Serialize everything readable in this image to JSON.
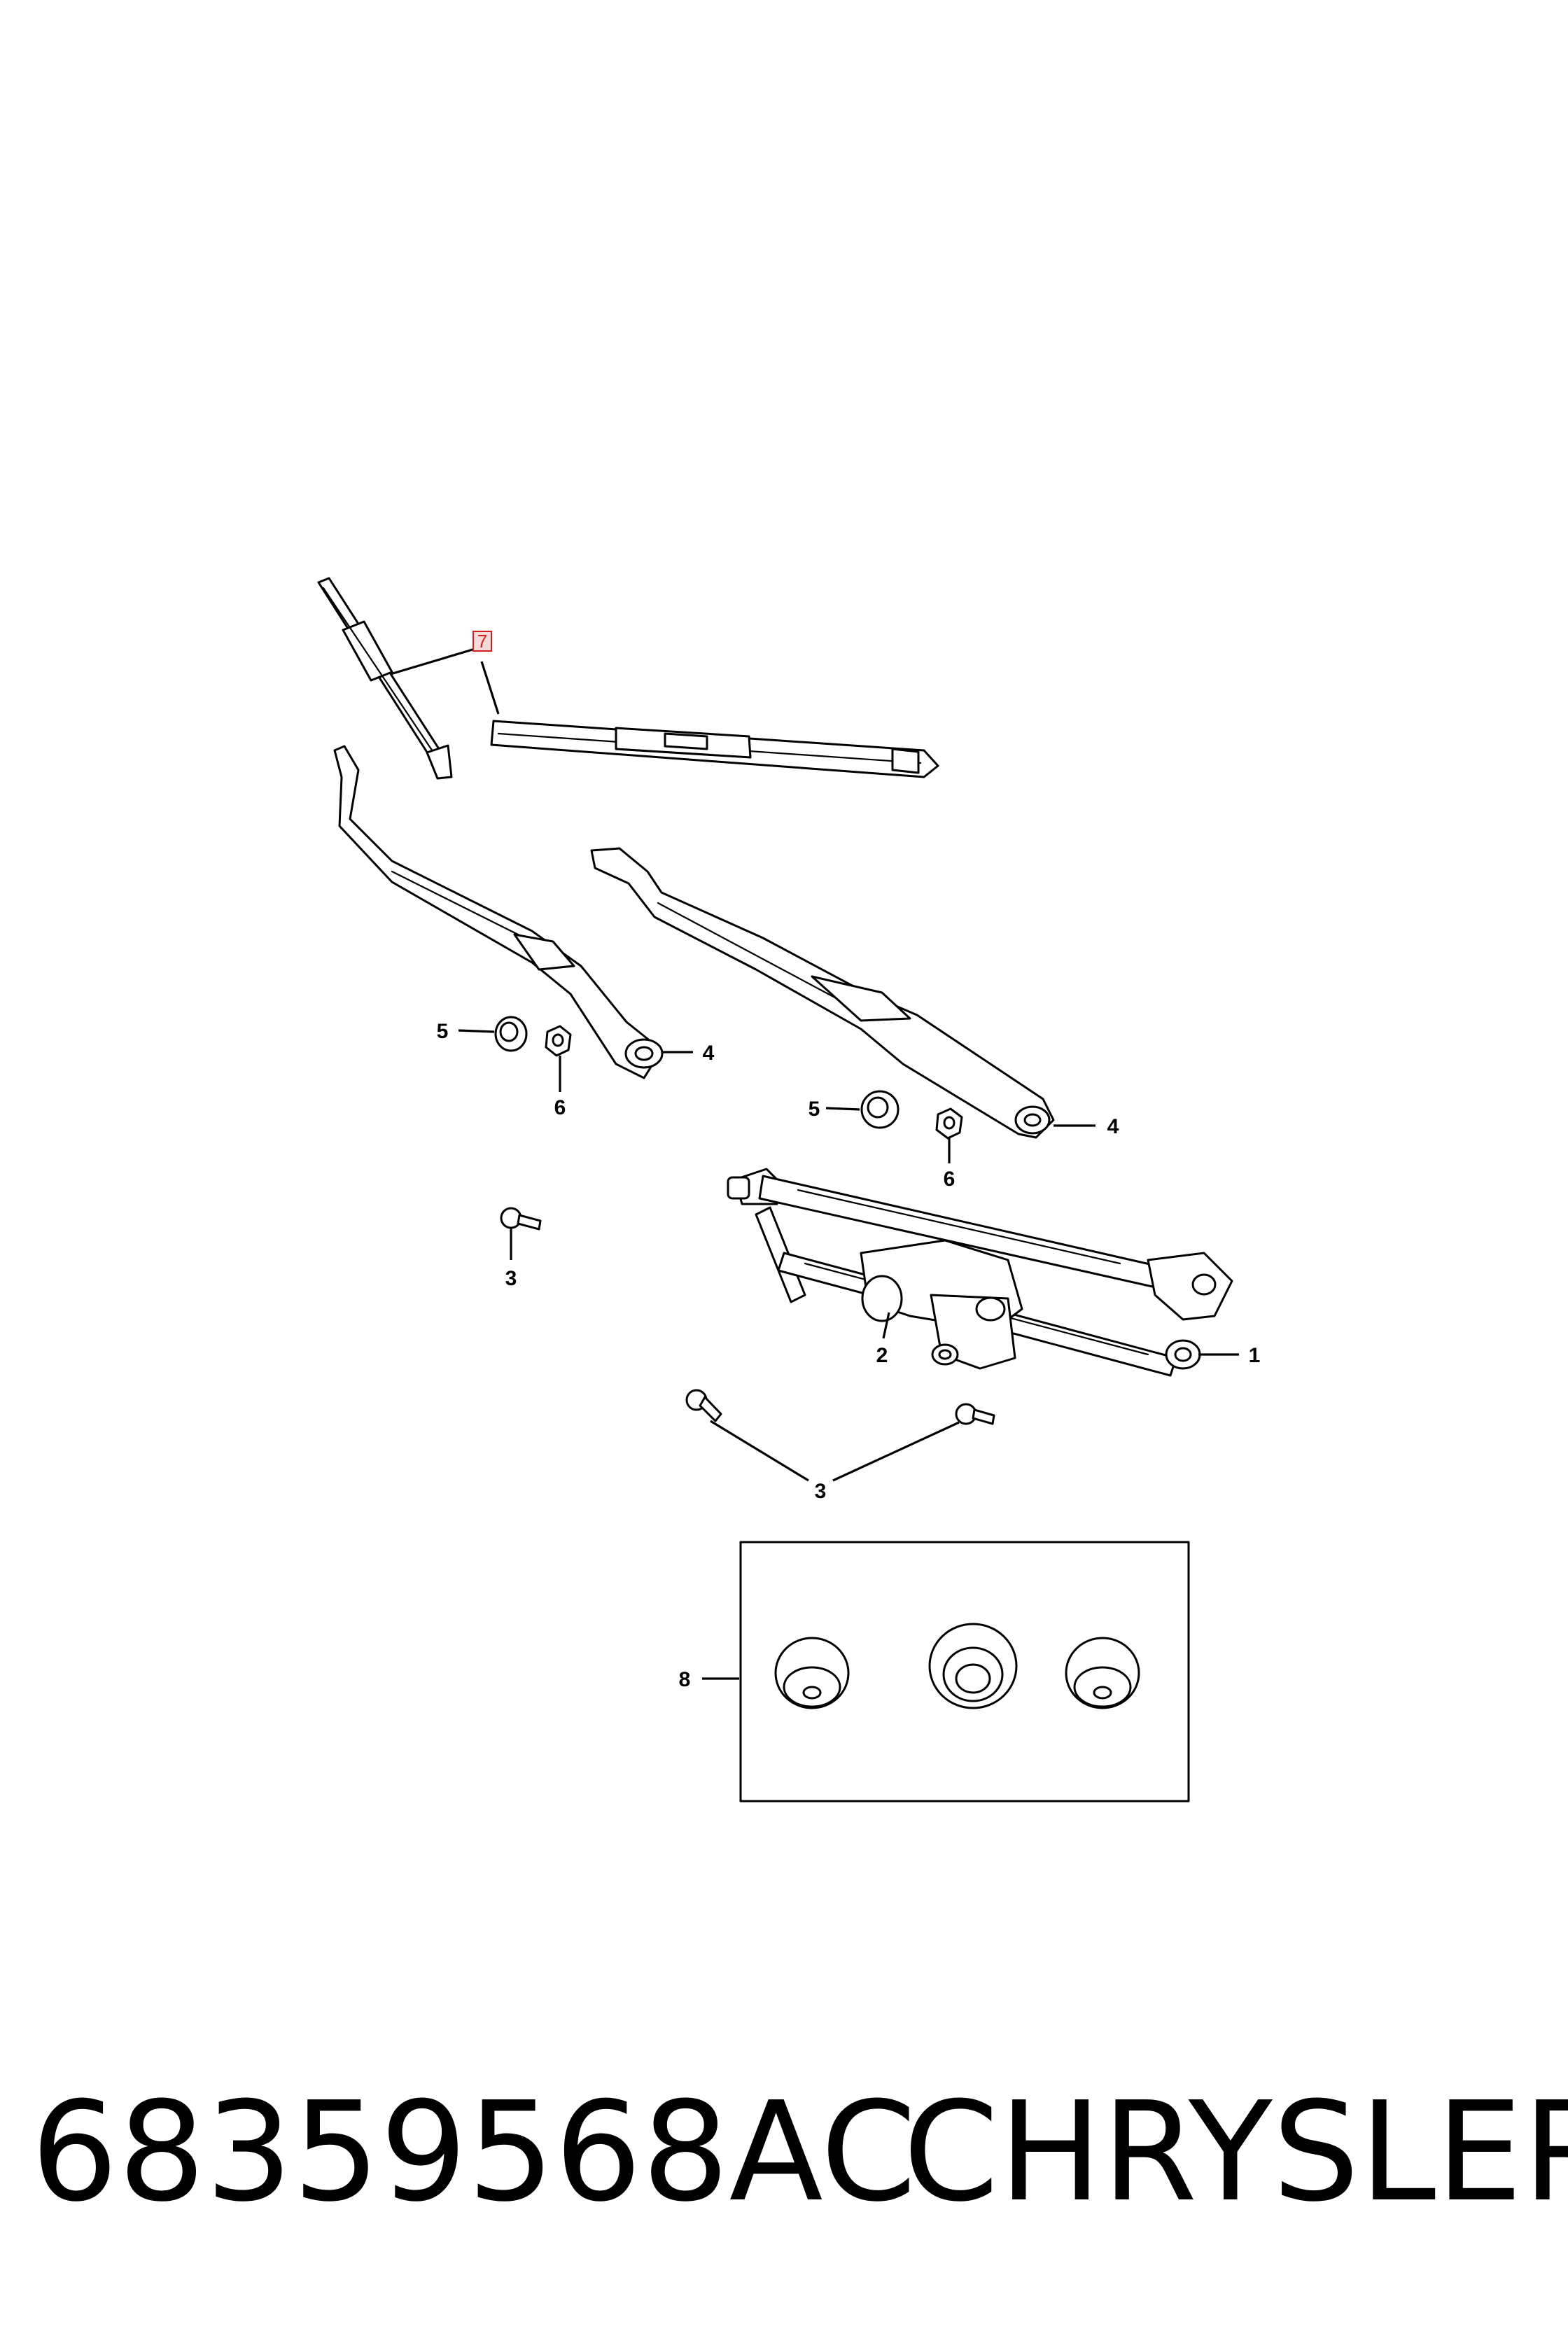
{
  "diagram": {
    "callouts": {
      "c1": "1",
      "c2": "2",
      "c3a": "3",
      "c3b": "3",
      "c4a": "4",
      "c4b": "4",
      "c5a": "5",
      "c5b": "5",
      "c6a": "6",
      "c6b": "6",
      "c7": "7",
      "c8": "8"
    },
    "highlight_color": "#d22020"
  },
  "caption": {
    "part_number": "68359568AC",
    "brand": "CHRYSLER"
  }
}
